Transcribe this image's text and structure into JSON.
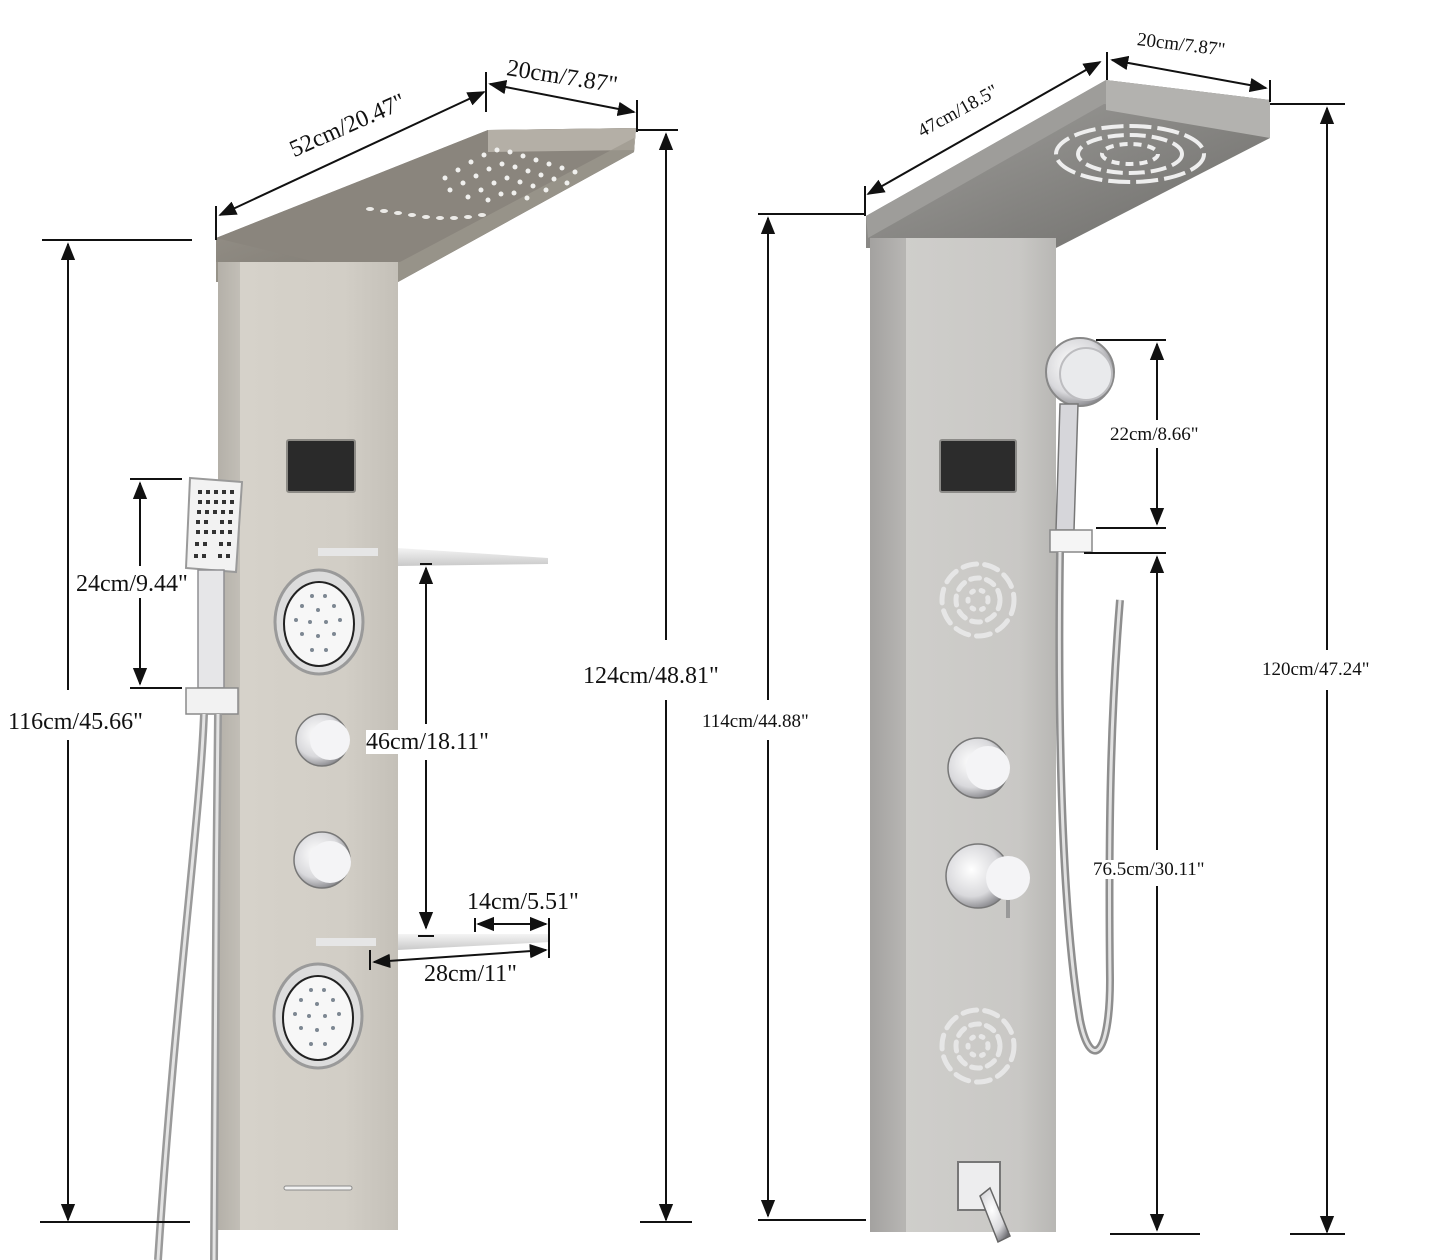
{
  "figure": {
    "type": "product dimension diagram",
    "subject": "shower panel column"
  },
  "left_panel": {
    "name": "Shower panel with waterfall rain head, body jets, shelves and handheld",
    "dimensions": {
      "head_length": "52cm/20.47\"",
      "head_depth": "20cm/7.87\"",
      "total_height": "124cm/48.81\"",
      "panel_height": "116cm/45.66\"",
      "handheld_length": "24cm/9.44\"",
      "shelf_spacing": "46cm/18.11\"",
      "shelf_depth_short": "14cm/5.51\"",
      "shelf_depth_long": "28cm/11\""
    },
    "features": [
      "rain shower head",
      "waterfall outlets",
      "LED temperature display",
      "glass shelf (upper)",
      "body jet (upper)",
      "control knob (upper)",
      "control knob (lower)",
      "glass shelf (lower)",
      "body jet (lower)",
      "waterfall spout slot",
      "handheld shower",
      "shower hose"
    ]
  },
  "right_panel": {
    "name": "Shower panel with round rain head, massage jets, handheld and tub spout",
    "dimensions": {
      "head_length": "47cm/18.5\"",
      "head_depth": "20cm/7.87\"",
      "total_height": "120cm/47.24\"",
      "panel_height": "114cm/44.88\"",
      "handheld_length": "22cm/8.66\"",
      "holder_height": "76.5cm/30.11\""
    },
    "features": [
      "round rain shower head",
      "LED temperature display",
      "massage jet (upper)",
      "control knob (upper)",
      "control knob (lower)",
      "massage jet (lower)",
      "tub spout",
      "handheld shower",
      "shower hose"
    ]
  },
  "colors": {
    "panel_left": "#cfcbc3",
    "panel_right": "#c6c5c2",
    "head_top": "#8f8a82",
    "head_underside": "#7a766f",
    "display": "#2a2a2a",
    "chrome": "#e8e8ea",
    "dimension_line": "#111111"
  }
}
